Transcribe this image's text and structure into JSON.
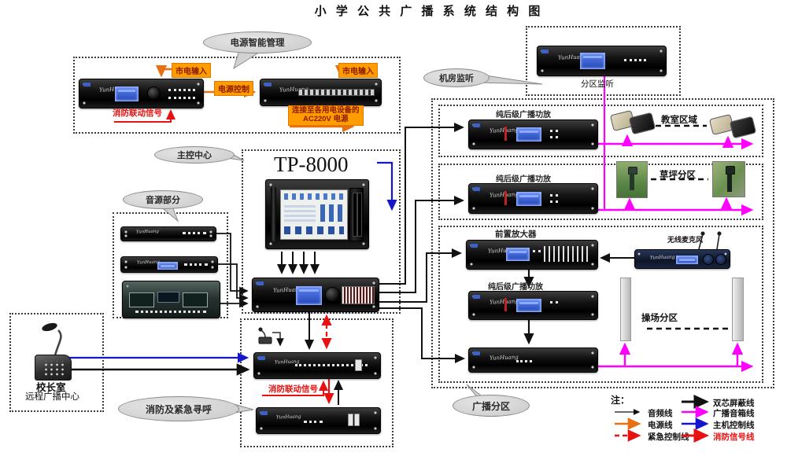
{
  "title": "小 学 公 共 广 播 系 统 结 构 图",
  "bubbles": {
    "power_mgmt": "电源智能管理",
    "room_monitor": "机房监听",
    "main_control": "主控中心",
    "audio_source": "音源部分",
    "fire_paging": "消防及紧急寻呼",
    "broadcast_zone": "广播分区"
  },
  "power_section": {
    "mains_input_left": "市电输入",
    "power_control": "电源控制",
    "mains_input_right": "市电输入",
    "ac_line1": "连接至各用电设备的",
    "ac_line2": "AC220V 电源",
    "fire_link_signal": "消防联动信号"
  },
  "labels": {
    "zone_monitor": "分区监听",
    "pure_amp": "纯后级广播功放",
    "preamp": "前置放大器",
    "wireless_mic": "无线麦克风",
    "classroom_area": "教室区域",
    "lawn_zone": "草坪分区",
    "playground_zone": "操场分区",
    "tp8000": "TP-8000",
    "principal_room": "校长室",
    "remote_center": "远程广播中心",
    "fire_link_signal": "消防联动信号"
  },
  "devices": {
    "brand": "YunHuang"
  },
  "legend": {
    "note": "注：",
    "left": [
      {
        "label": "音频线",
        "color": "#111111",
        "style": "thin"
      },
      {
        "label": "电源线",
        "color": "#e87010",
        "style": "solid"
      },
      {
        "label": "紧急控制线",
        "color": "#e81010",
        "style": "dashed"
      }
    ],
    "right": [
      {
        "label": "双芯屏蔽线",
        "color": "#111111",
        "style": "thick"
      },
      {
        "label": "广播音箱线",
        "color": "#ff00ff",
        "style": "solid"
      },
      {
        "label": "主机控制线",
        "color": "#1515cc",
        "style": "solid"
      },
      {
        "label": "消防信号线",
        "color": "#e81010",
        "style": "thick",
        "label_color": "#e81010"
      }
    ]
  }
}
